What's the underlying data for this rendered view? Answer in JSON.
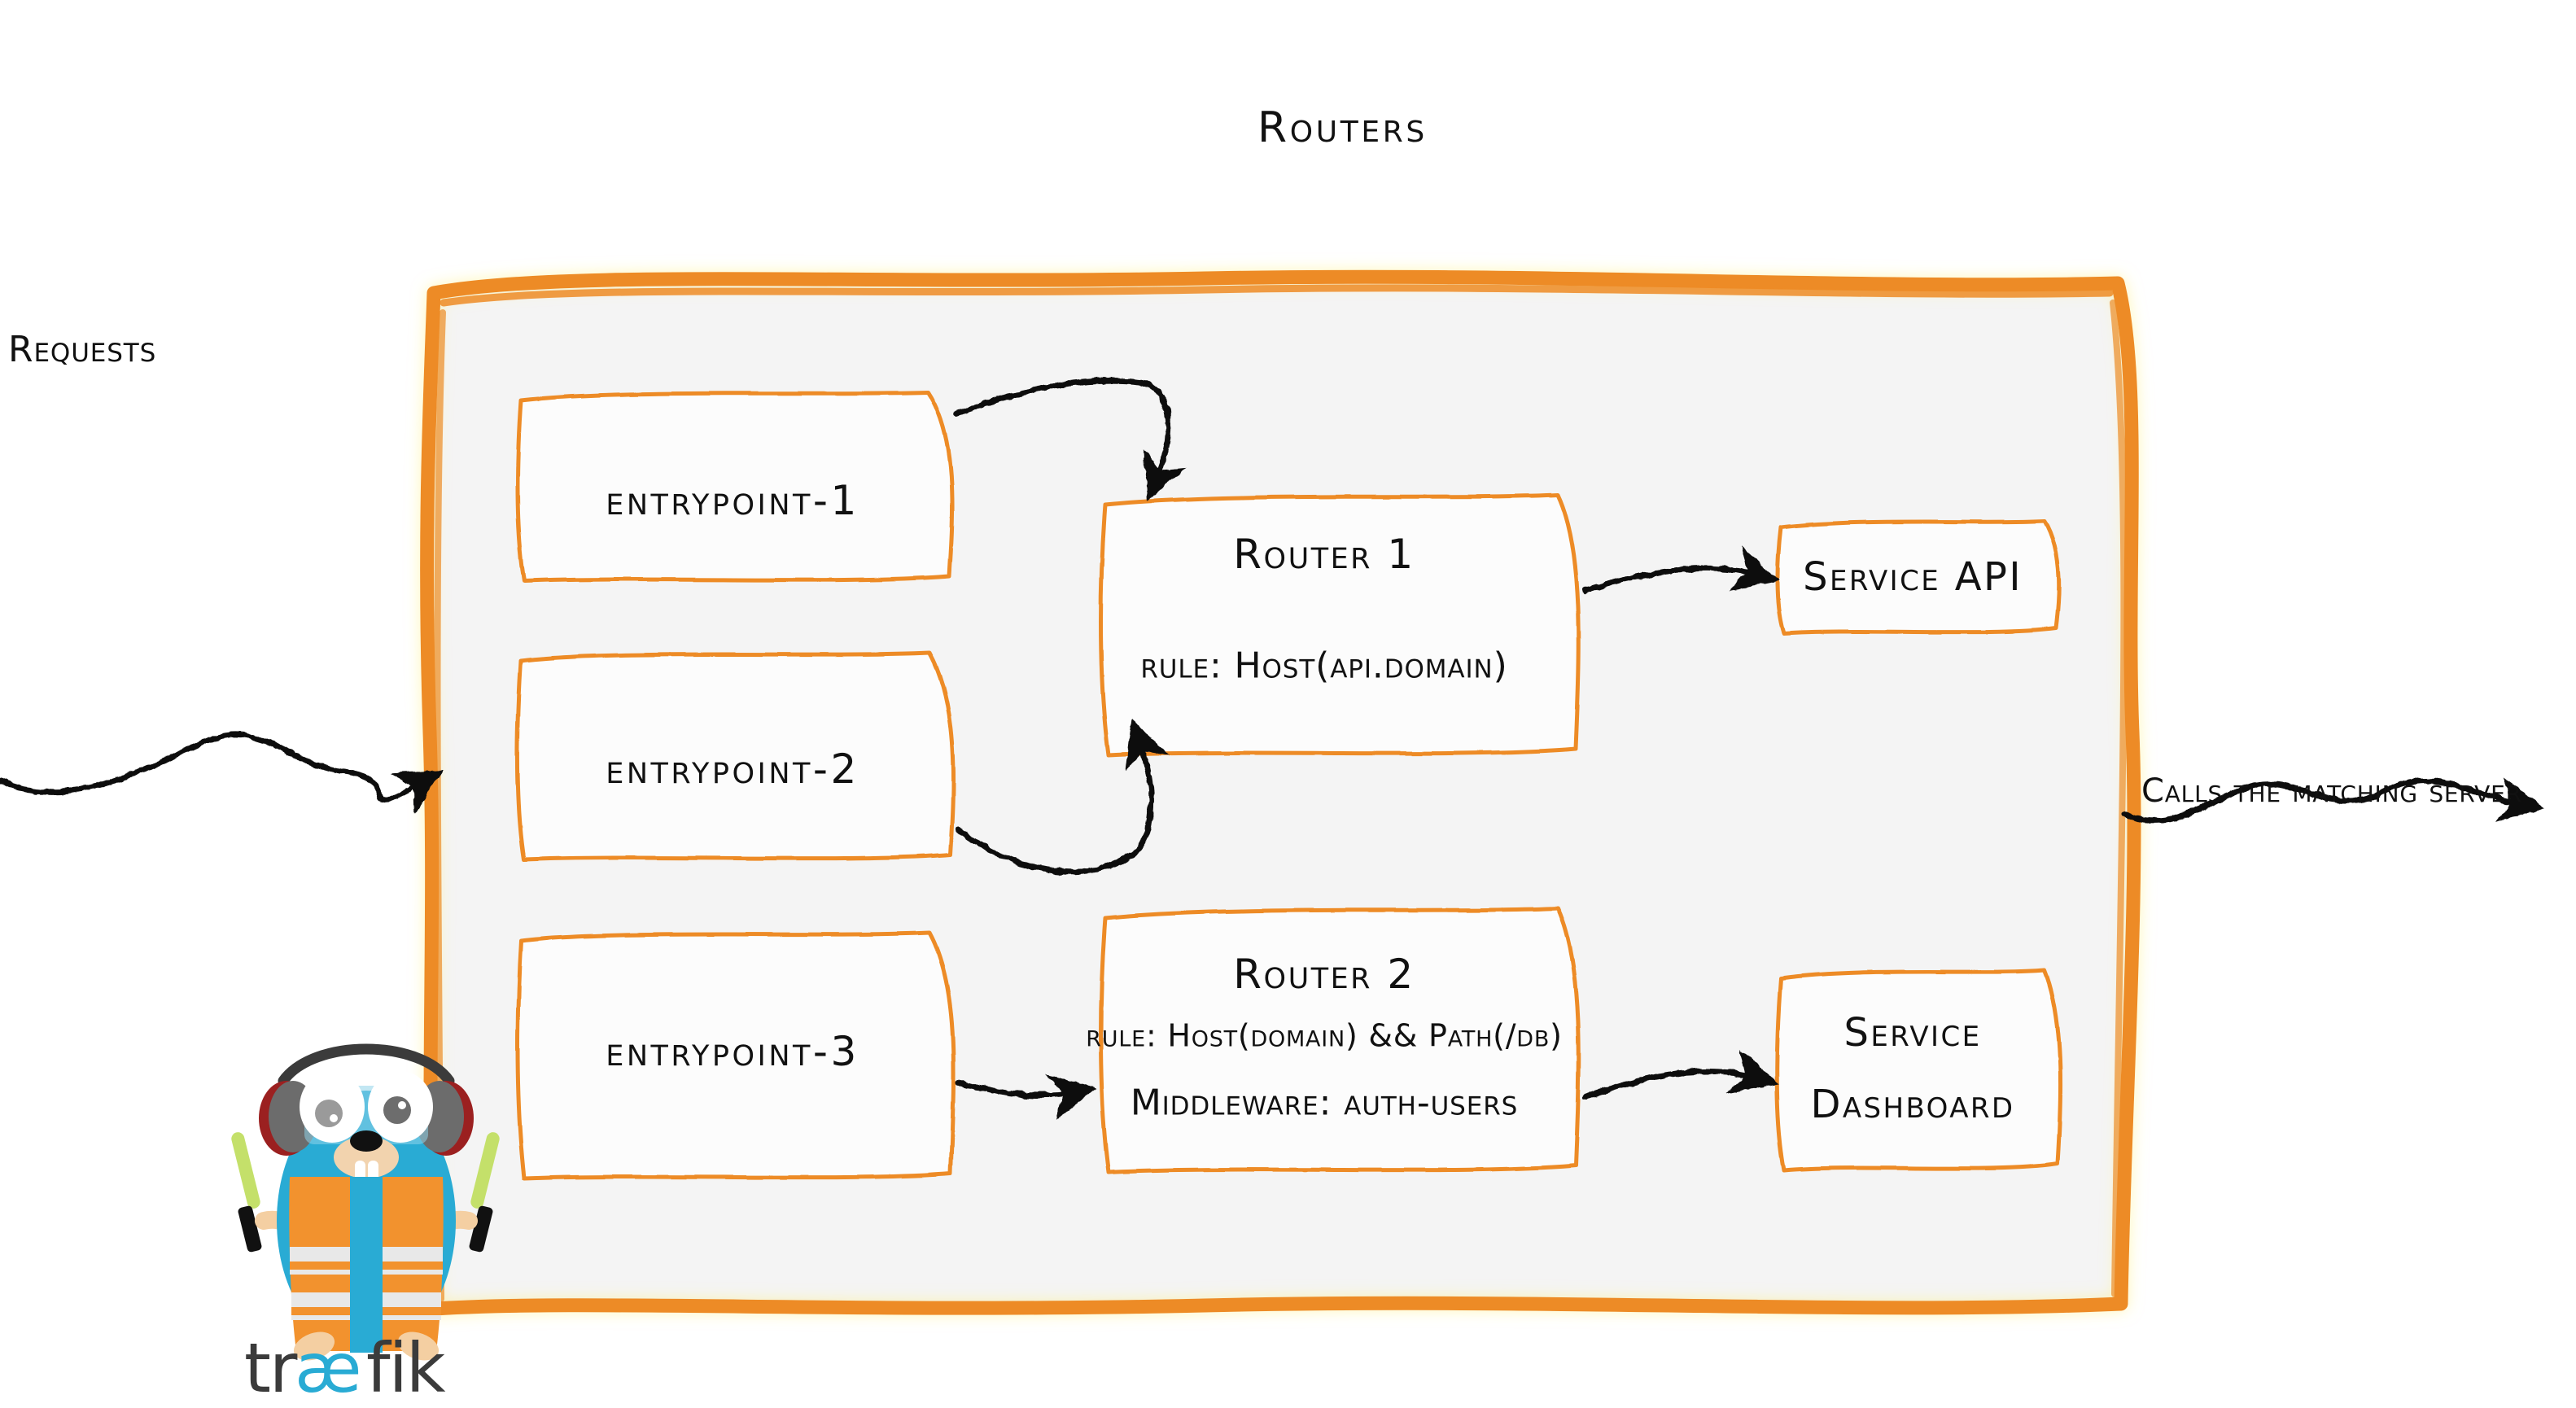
{
  "diagram": {
    "title": "Routers",
    "theme": {
      "accent_orange": "#ED8B26",
      "container_fill": "#f4f4f4",
      "box_fill": "#fcfcfc",
      "ink": "#111111",
      "logo_cyan": "#29ABD4",
      "logo_orange": "#F2922E",
      "logo_grey": "#3b3b3b",
      "wand_green": "#C4E06A"
    },
    "inbound": {
      "label": "Requests",
      "arrow": "wavy-arrow-right"
    },
    "outbound": {
      "label": "Calls the matching server",
      "arrow": "wavy-arrow-right"
    },
    "entrypoints": [
      {
        "id": "entrypoint-1",
        "label": "entrypoint-1"
      },
      {
        "id": "entrypoint-2",
        "label": "entrypoint-2"
      },
      {
        "id": "entrypoint-3",
        "label": "entrypoint-3"
      }
    ],
    "routers": [
      {
        "id": "router-1",
        "title": "Router 1",
        "rule": "rule: Host(api.domain)",
        "middleware": null
      },
      {
        "id": "router-2",
        "title": "Router 2",
        "rule": "rule: Host(domain) && Path(/db)",
        "middleware": "Middleware: auth-users"
      }
    ],
    "services": [
      {
        "id": "service-api",
        "lines": [
          "Service API"
        ]
      },
      {
        "id": "service-dashboard",
        "lines": [
          "Service",
          "Dashboard"
        ]
      }
    ],
    "connections": [
      {
        "from": "entrypoint-1",
        "to": "router-1"
      },
      {
        "from": "entrypoint-2",
        "to": "router-1"
      },
      {
        "from": "entrypoint-3",
        "to": "router-2"
      },
      {
        "from": "router-1",
        "to": "service-api"
      },
      {
        "from": "router-2",
        "to": "service-dashboard"
      }
    ],
    "brand": {
      "name": "traefik",
      "mascot": "traefik-gopher"
    }
  }
}
